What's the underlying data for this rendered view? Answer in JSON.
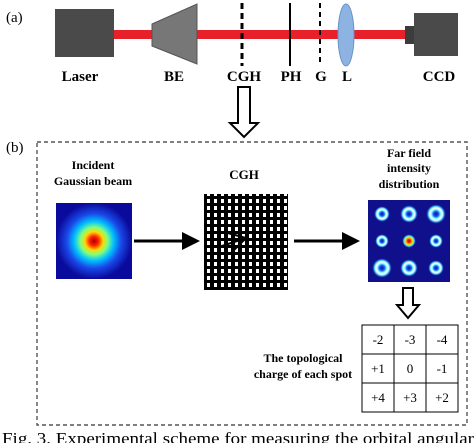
{
  "panel_a": {
    "tag": "(a)",
    "labels": {
      "laser": "Laser",
      "be": "BE",
      "cgh": "CGH",
      "ph": "PH",
      "g": "G",
      "l": "L",
      "ccd": "CCD"
    }
  },
  "panel_b": {
    "tag": "(b)",
    "incident_line1": "Incident",
    "incident_line2": "Gaussian beam",
    "cgh": "CGH",
    "far_field_line1": "Far field",
    "far_field_line2": "intensity",
    "far_field_line3": "distribution",
    "topo_line1": "The topological",
    "topo_line2": "charge of each spot",
    "charge_table": [
      [
        "-2",
        "-3",
        "-4"
      ],
      [
        "+1",
        "0",
        "-1"
      ],
      [
        "+4",
        "+3",
        "+2"
      ]
    ]
  },
  "caption": "Fig. 3.   Experimental scheme for measuring the orbital angular",
  "colors": {
    "beam": "#e8202a",
    "device": "#4a4a4a",
    "lens": "#8db3e2",
    "spot_background": "#10108c"
  }
}
